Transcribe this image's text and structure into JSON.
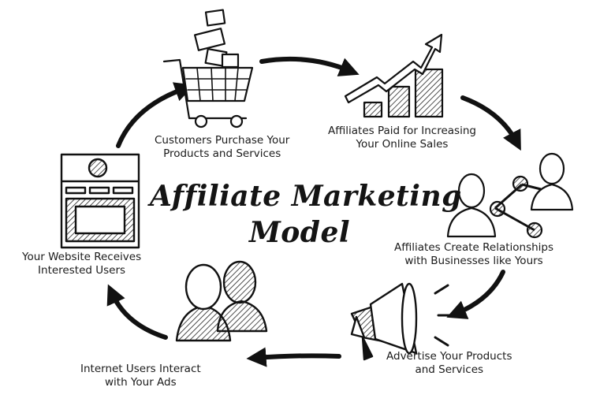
{
  "title": {
    "line1": "Affiliate Marketing",
    "line2": "Model"
  },
  "steps": [
    {
      "line1": "Customers Purchase Your",
      "line2": "Products and Services",
      "icon": "shopping-cart-icon"
    },
    {
      "line1": "Affiliates Paid for Increasing",
      "line2": "Your Online Sales",
      "icon": "growth-bar-chart-icon"
    },
    {
      "line1": "Affiliates Create Relationships",
      "line2": "with Businesses like Yours",
      "icon": "network-people-icon"
    },
    {
      "line1": "Advertise Your Products",
      "line2": "and Services",
      "icon": "megaphone-icon"
    },
    {
      "line1": "Internet Users Interact",
      "line2": "with Your Ads",
      "icon": "users-icon"
    },
    {
      "line1": "Your Website Receives",
      "line2": "Interested Users",
      "icon": "website-icon"
    }
  ]
}
